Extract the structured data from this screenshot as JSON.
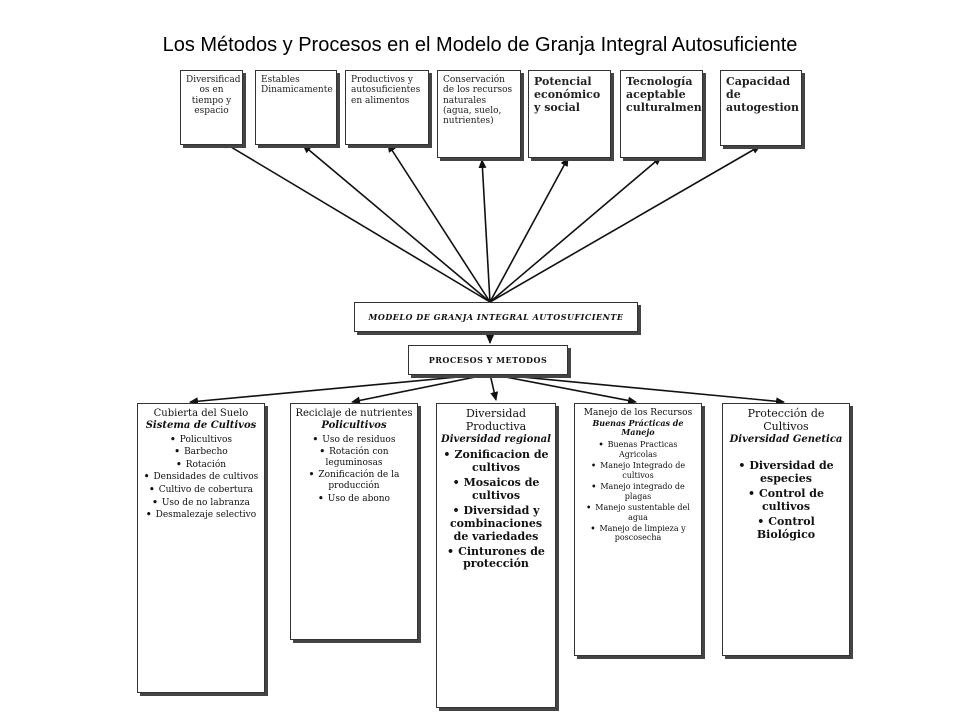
{
  "title": "Los Métodos y Procesos en el Modelo de Granja Integral Autosuficiente",
  "top_boxes": [
    {
      "text": "Diversificad os en tiempo y espacio"
    },
    {
      "text": "Estables Dinamicamente"
    },
    {
      "text": "Productivos y autosuficientes en alimentos"
    },
    {
      "text": "Conservación de los recursos naturales (agua, suelo, nutrientes)"
    },
    {
      "text": "Potencial económico y social"
    },
    {
      "text": "Tecnología aceptable culturalmente"
    },
    {
      "text": "Capacidad de autogestion"
    }
  ],
  "center": {
    "model": "MODELO DE GRANJA INTEGRAL AUTOSUFICIENTE",
    "processes": "PROCESOS Y METODOS"
  },
  "bottom_boxes": [
    {
      "heading": "Cubierta del Suelo",
      "subheading": "Sistema de Cultivos",
      "items": [
        "Policultivos",
        "Barbecho",
        "Rotación",
        "Densidades de cultivos",
        "Cultivo de cobertura",
        "Uso de no labranza",
        "Desmalezaje selectivo"
      ]
    },
    {
      "heading": "Reciclaje de nutrientes",
      "subheading": "Policultivos",
      "items": [
        "Uso de residuos",
        "Rotación con leguminosas",
        "Zonificación de la producción",
        "Uso de abono"
      ]
    },
    {
      "heading": "Diversidad Productiva",
      "subheading": "Diversidad regional",
      "items": [
        "Zonificacion de cultivos",
        "Mosaicos de cultivos",
        "Diversidad y combinaciones de variedades",
        "Cinturones de protección"
      ]
    },
    {
      "heading": "Manejo de los Recursos",
      "subheading": "Buenas Prácticas de Manejo",
      "items": [
        "Buenas Practicas Agricolas",
        "Manejo Integrado de cultivos",
        "Manejo integrado de plagas",
        "Manejo sustentable del agua",
        "Manejo de limpieza y poscosecha"
      ]
    },
    {
      "heading": "Protección de Cultivos",
      "subheading": "Diversidad Genetica",
      "items": [
        "Diversidad de especies",
        "Control de cultivos",
        "Control Biológico"
      ]
    }
  ]
}
